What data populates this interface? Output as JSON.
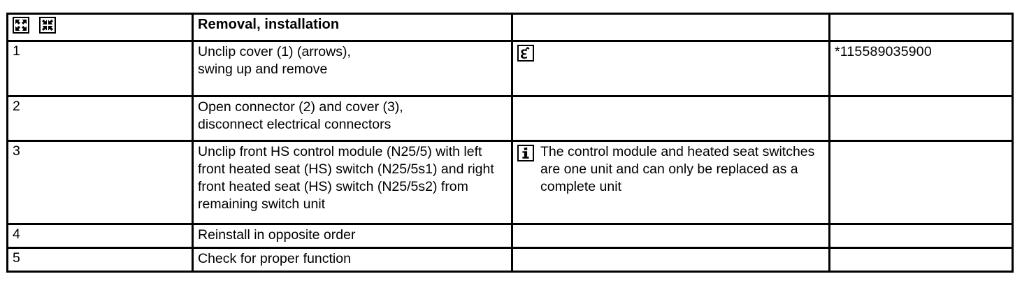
{
  "document": {
    "type": "service-procedure-table",
    "header": {
      "icons": [
        {
          "name": "expand-arrows-icon",
          "title": "Expand"
        },
        {
          "name": "collapse-arrows-icon",
          "title": "Collapse"
        }
      ],
      "title": "Removal, installation",
      "note_column_header": "",
      "part_column_header": ""
    },
    "columns": [
      {
        "key": "step",
        "label": ""
      },
      {
        "key": "work",
        "label": "Removal, installation"
      },
      {
        "key": "note",
        "label": ""
      },
      {
        "key": "part",
        "label": ""
      }
    ],
    "rows": [
      {
        "step": "1",
        "work": "Unclip cover (1) (arrows),\nswing up and remove",
        "note_icon": "special-tool-icon",
        "note": "",
        "part": "*115589035900"
      },
      {
        "step": "2",
        "work": "Open connector (2) and cover (3),\ndisconnect electrical connectors",
        "note_icon": "",
        "note": "",
        "part": ""
      },
      {
        "step": "3",
        "work": "Unclip front HS control module (N25/5) with left front heated seat (HS) switch (N25/5s1) and right front heated seat (HS) switch (N25/5s2) from remaining switch unit",
        "note_icon": "info-icon",
        "note": "The control module and heated seat switches are one unit and can only be replaced as a complete unit",
        "part": ""
      },
      {
        "step": "4",
        "work": "Reinstall in opposite order",
        "note_icon": "",
        "note": "",
        "part": ""
      },
      {
        "step": "5",
        "work": "Check for proper function",
        "note_icon": "",
        "note": "",
        "part": ""
      }
    ],
    "colors": {
      "border": "#000000",
      "text": "#000000",
      "background": "#ffffff"
    }
  }
}
